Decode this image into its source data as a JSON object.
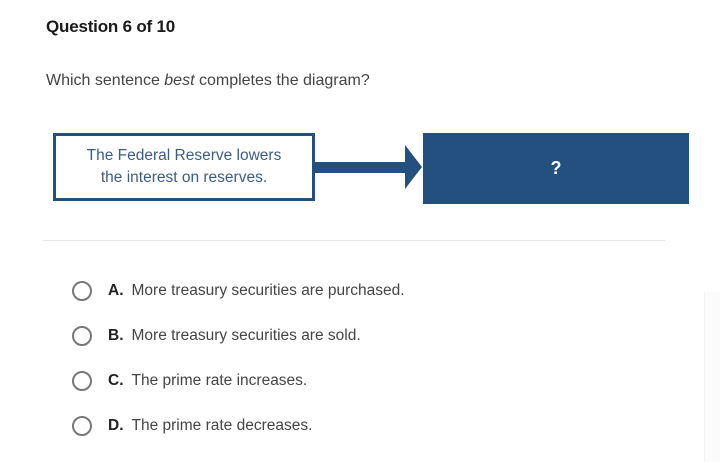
{
  "question": {
    "counter": "Question 6 of 10",
    "prompt_before": "Which sentence ",
    "prompt_emphasis": "best",
    "prompt_after": " completes the diagram?"
  },
  "diagram": {
    "left_box_line1": "The Federal Reserve lowers",
    "left_box_line2": "the interest on reserves.",
    "right_box_text": "?",
    "accent_color": "#24507f"
  },
  "options": [
    {
      "letter": "A.",
      "text": "More treasury securities are purchased.",
      "selected": false
    },
    {
      "letter": "B.",
      "text": "More treasury securities are sold.",
      "selected": false
    },
    {
      "letter": "C.",
      "text": "The prime rate increases.",
      "selected": false
    },
    {
      "letter": "D.",
      "text": "The prime rate decreases.",
      "selected": false
    }
  ]
}
